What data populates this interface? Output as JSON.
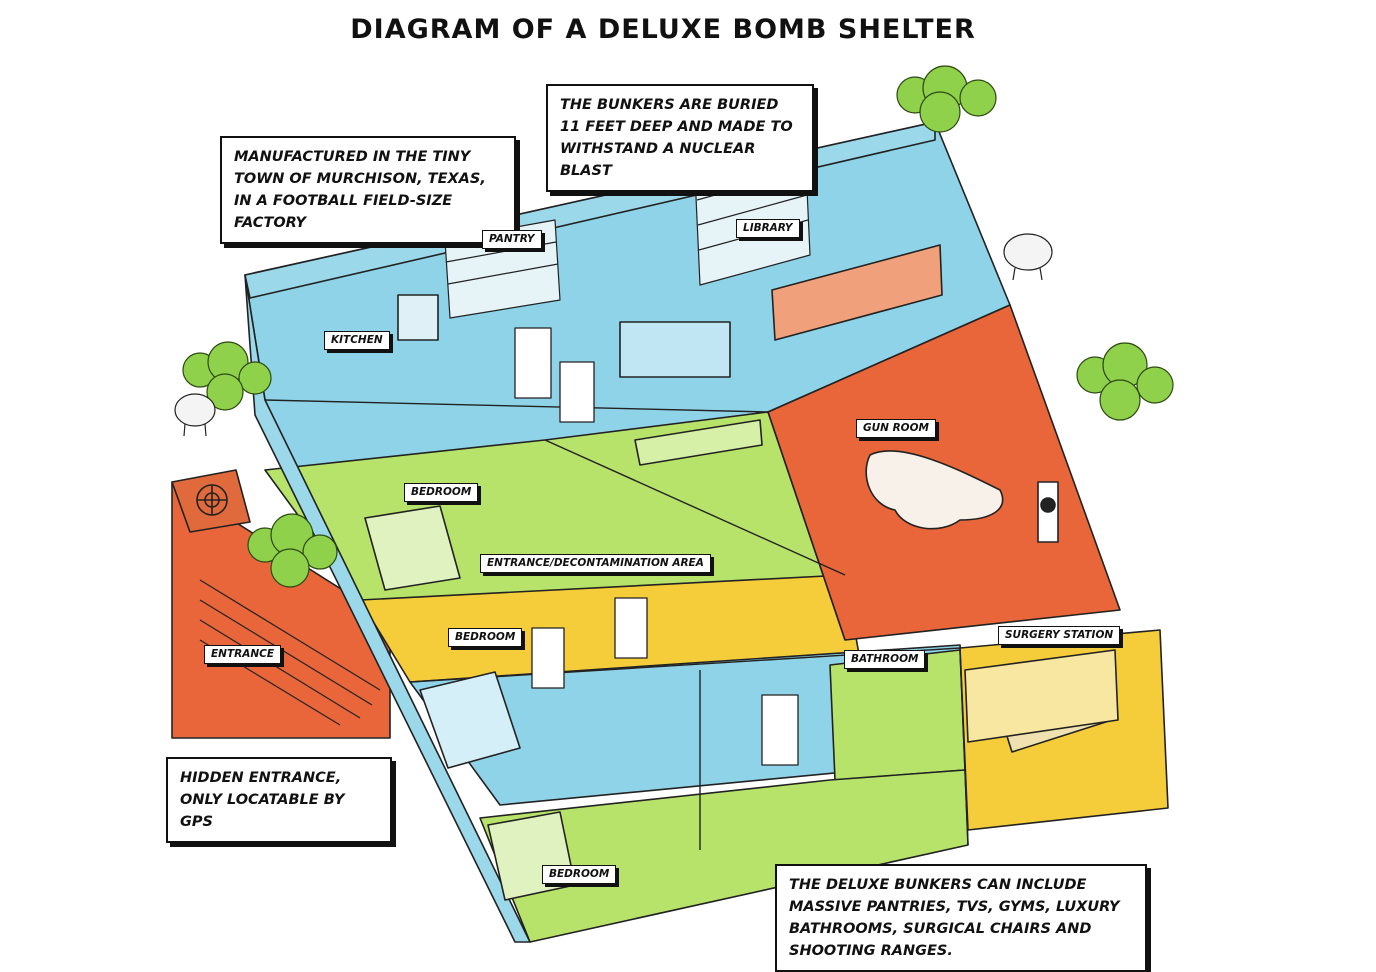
{
  "title": "DIAGRAM OF A DELUXE BOMB SHELTER",
  "callouts": {
    "factory": "MANUFACTURED IN THE TINY TOWN OF MURCHISON, TEXAS, IN A FOOTBALL FIELD-SIZE FACTORY",
    "depth": "THE BUNKERS ARE BURIED 11 FEET DEEP AND MADE TO WITHSTAND A NUCLEAR BLAST",
    "hidden": "HIDDEN ENTRANCE, ONLY LOCATABLE BY GPS",
    "deluxe": "THE DELUXE BUNKERS CAN INCLUDE MASSIVE PANTRIES, TVS, GYMS, LUXURY BATHROOMS, SURGICAL CHAIRS AND SHOOTING RANGES."
  },
  "rooms": {
    "pantry": "PANTRY",
    "library": "LIBRARY",
    "kitchen": "KITCHEN",
    "gun_room": "GUN ROOM",
    "bedroom_1": "BEDROOM",
    "entrance_decon": "ENTRANCE/DECONTAMINATION AREA",
    "bedroom_2": "BEDROOM",
    "entrance": "ENTRANCE",
    "bathroom": "BATHROOM",
    "surgery": "SURGERY STATION",
    "bedroom_3": "BEDROOM"
  },
  "colors": {
    "blue": "#8fd3e8",
    "green": "#b7e36a",
    "yellow": "#f5cd3a",
    "orange": "#e8663a",
    "bush": "#8fd14a"
  }
}
